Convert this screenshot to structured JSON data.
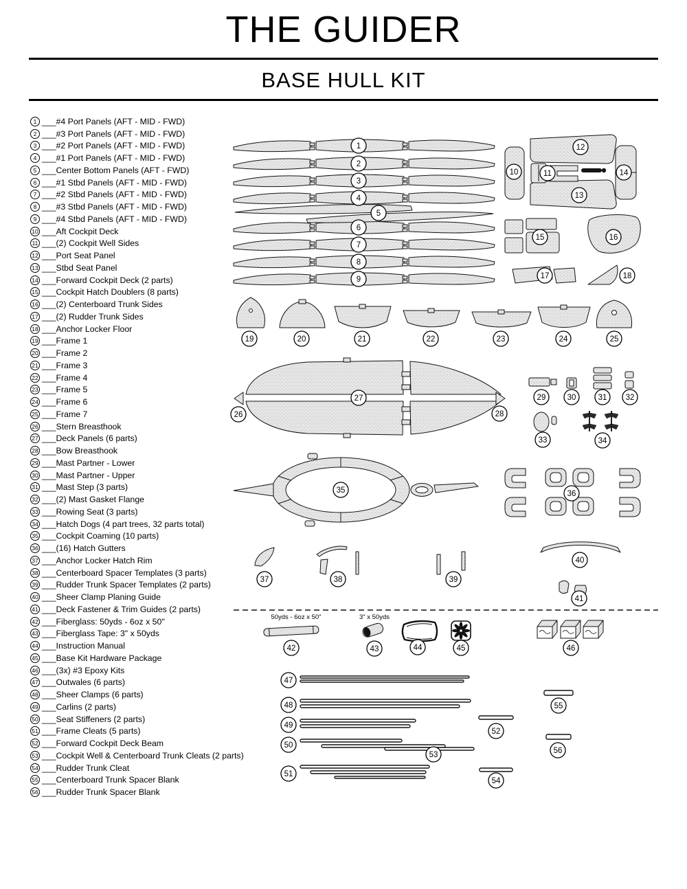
{
  "header": {
    "title": "THE GUIDER",
    "subtitle": "BASE HULL KIT"
  },
  "list": {
    "blank_prefix": "___"
  },
  "parts": [
    {
      "number": 1,
      "label": "#4 Port Panels (AFT - MID - FWD)"
    },
    {
      "number": 2,
      "label": "#3 Port Panels (AFT - MID - FWD)"
    },
    {
      "number": 3,
      "label": "#2 Port Panels (AFT - MID - FWD)"
    },
    {
      "number": 4,
      "label": "#1 Port Panels (AFT - MID - FWD)"
    },
    {
      "number": 5,
      "label": "Center Bottom Panels (AFT - FWD)"
    },
    {
      "number": 6,
      "label": "#1 Stbd Panels (AFT - MID - FWD)"
    },
    {
      "number": 7,
      "label": "#2 Stbd Panels (AFT - MID - FWD)"
    },
    {
      "number": 8,
      "label": "#3 Stbd Panels (AFT - MID - FWD)"
    },
    {
      "number": 9,
      "label": "#4 Stbd Panels (AFT - MID - FWD)"
    },
    {
      "number": 10,
      "label": "Aft Cockpit Deck"
    },
    {
      "number": 11,
      "label": "(2) Cockpit Well Sides"
    },
    {
      "number": 12,
      "label": "Port Seat Panel"
    },
    {
      "number": 13,
      "label": "Stbd Seat Panel"
    },
    {
      "number": 14,
      "label": "Forward Cockpit Deck (2 parts)"
    },
    {
      "number": 15,
      "label": "Cockpit Hatch Doublers (8 parts)"
    },
    {
      "number": 16,
      "label": "(2) Centerboard Trunk Sides"
    },
    {
      "number": 17,
      "label": "(2) Rudder Trunk Sides"
    },
    {
      "number": 18,
      "label": "Anchor Locker Floor"
    },
    {
      "number": 19,
      "label": "Frame 1"
    },
    {
      "number": 20,
      "label": "Frame 2"
    },
    {
      "number": 21,
      "label": "Frame 3"
    },
    {
      "number": 22,
      "label": "Frame 4"
    },
    {
      "number": 23,
      "label": "Frame 5"
    },
    {
      "number": 24,
      "label": "Frame 6"
    },
    {
      "number": 25,
      "label": "Frame 7"
    },
    {
      "number": 26,
      "label": "Stern Breasthook"
    },
    {
      "number": 27,
      "label": "Deck Panels (6 parts)"
    },
    {
      "number": 28,
      "label": "Bow Breasthook"
    },
    {
      "number": 29,
      "label": "Mast Partner - Lower"
    },
    {
      "number": 30,
      "label": "Mast Partner - Upper"
    },
    {
      "number": 31,
      "label": "Mast Step (3 parts)"
    },
    {
      "number": 32,
      "label": "(2) Mast Gasket Flange"
    },
    {
      "number": 33,
      "label": "Rowing Seat (3 parts)"
    },
    {
      "number": 34,
      "label": "Hatch Dogs (4 part trees, 32 parts total)"
    },
    {
      "number": 35,
      "label": "Cockpit Coaming (10 parts)"
    },
    {
      "number": 36,
      "label": "(16) Hatch Gutters"
    },
    {
      "number": 37,
      "label": "Anchor Locker Hatch Rim"
    },
    {
      "number": 38,
      "label": "Centerboard Spacer Templates (3 parts)"
    },
    {
      "number": 39,
      "label": "Rudder Trunk Spacer Templates (2 parts)"
    },
    {
      "number": 40,
      "label": "Sheer Clamp Planing Guide"
    },
    {
      "number": 41,
      "label": "Deck Fastener & Trim Guides (2 parts)"
    },
    {
      "number": 42,
      "label": "Fiberglass: 50yds - 6oz x 50\""
    },
    {
      "number": 43,
      "label": "Fiberglass Tape: 3\" x 50yds"
    },
    {
      "number": 44,
      "label": "Instruction Manual"
    },
    {
      "number": 45,
      "label": "Base Kit Hardware Package"
    },
    {
      "number": 46,
      "label": "(3x) #3 Epoxy Kits"
    },
    {
      "number": 47,
      "label": "Outwales (6 parts)"
    },
    {
      "number": 48,
      "label": "Sheer Clamps (6 parts)"
    },
    {
      "number": 49,
      "label": "Carlins (2 parts)"
    },
    {
      "number": 50,
      "label": "Seat Stiffeners (2 parts)"
    },
    {
      "number": 51,
      "label": "Frame Cleats (5 parts)"
    },
    {
      "number": 52,
      "label": "Forward Cockpit Deck Beam"
    },
    {
      "number": 53,
      "label": "Cockpit Well & Centerboard Trunk Cleats (2 parts)"
    },
    {
      "number": 54,
      "label": "Rudder Trunk Cleat"
    },
    {
      "number": 55,
      "label": "Centerboard Trunk Spacer Blank"
    },
    {
      "number": 56,
      "label": "Rudder Trunk Spacer Blank"
    }
  ],
  "diagram": {
    "annotations": {
      "fiberglass_roll": "50yds - 6oz x 50\"",
      "fiberglass_tape": "3\" x 50yds"
    }
  }
}
